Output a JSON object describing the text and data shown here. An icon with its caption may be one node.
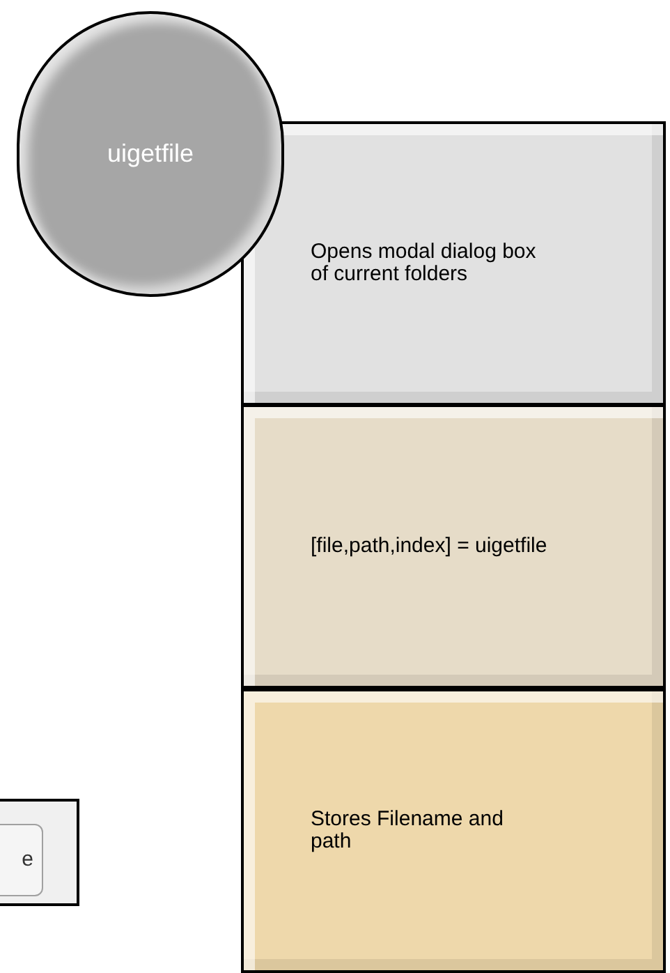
{
  "diagram": {
    "nodes": [
      {
        "text": [
          "uigetfile"
        ]
      },
      {
        "text": [
          "Opens modal dialog box of current folders"
        ]
      },
      {
        "text": [
          "[file,path,index] = uigetfile"
        ]
      },
      {
        "text": [
          "Stores Filename and path"
        ]
      }
    ],
    "labels": [
      "e"
    ]
  }
}
